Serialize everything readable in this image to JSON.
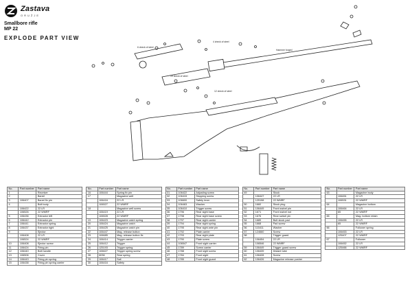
{
  "brand": {
    "name": "Zastava",
    "sub": "ORUŽJE"
  },
  "product": {
    "line1": "Smallbore rifle",
    "line2": "MP 22"
  },
  "view_title": "EXPLODE PART VIEW",
  "callouts": {
    "c1": "6 check of steel",
    "c2": "4 check of steel",
    "c3": "Hammer forged",
    "c4": "10 check of steel",
    "c5": "12 check of steel"
  },
  "table_headers": {
    "no": "No.",
    "num": "Part number",
    "name": "Part name"
  },
  "tables": [
    {
      "rows": [
        [
          "1",
          "",
          "Receiver"
        ],
        [
          "2",
          "",
          "Barrel"
        ],
        [
          "3",
          "106407",
          "Barrel fix pin"
        ],
        [
          "4",
          "",
          "Bolt body"
        ],
        [
          "",
          "106422",
          "22 LR"
        ],
        [
          "",
          "106526",
          "22 WMRF"
        ],
        [
          "5",
          "106436",
          "Extractor left"
        ],
        [
          "6",
          "106442",
          "Extractor pin"
        ],
        [
          "7",
          "106441",
          "Extractor spring"
        ],
        [
          "8",
          "106437",
          "Extractor right"
        ],
        [
          "9",
          "",
          "Ejector"
        ],
        [
          "",
          "106408",
          "22 LR"
        ],
        [
          "",
          "106524",
          "22 WMRF"
        ],
        [
          "10",
          "106408",
          "Ejector screw"
        ],
        [
          "11",
          "106424",
          "Firing pin"
        ],
        [
          "12",
          "106440",
          "Bolt handle"
        ],
        [
          "13",
          "106506",
          "Cover"
        ],
        [
          "14",
          "106443",
          "Firing pin spring"
        ],
        [
          "15",
          "106438",
          "Firing pin spring carrier"
        ]
      ]
    },
    {
      "rows": [
        [
          "16",
          "106444",
          "Spring fix pin"
        ],
        [
          "17",
          "",
          "Magazine well"
        ],
        [
          "",
          "106416",
          "22 LR"
        ],
        [
          "",
          "106527",
          "22 WMRF"
        ],
        [
          "18",
          "",
          "Magazine well screw"
        ],
        [
          "",
          "106419",
          "22 LR"
        ],
        [
          "",
          "106528",
          "22 WMRF"
        ],
        [
          "19",
          "106423",
          "Magazine catch spring"
        ],
        [
          "20",
          "106424",
          "Magazine catch"
        ],
        [
          "21",
          "106425",
          "Magazine catch pin"
        ],
        [
          "22",
          "106447",
          "Mag. release button"
        ],
        [
          "23",
          "106685",
          "Mag. release button fix"
        ],
        [
          "24",
          "106414",
          "Trigger carrier"
        ],
        [
          "25",
          "106412",
          "Trigger"
        ],
        [
          "26",
          "125193",
          "Trigger spring"
        ],
        [
          "27",
          "106627",
          "Trigger spring screw"
        ],
        [
          "28",
          "6036",
          "Sear spring"
        ],
        [
          "29",
          "106417",
          "Sall"
        ],
        [
          "30",
          "106416",
          "Safety"
        ]
      ]
    },
    {
      "rows": [
        [
          "31",
          "106422",
          "Adjusting screw"
        ],
        [
          "32",
          "106415",
          "Stopping screw"
        ],
        [
          "33",
          "106600",
          "Safety lever"
        ],
        [
          "34",
          "106463",
          "Washer"
        ],
        [
          "35",
          "106410",
          "Trigger screw"
        ],
        [
          "36",
          "1796",
          "Rear sight base"
        ],
        [
          "37",
          "1798",
          "Rear sight base screw"
        ],
        [
          "38",
          "1797",
          "Rear sight carrier"
        ],
        [
          "39",
          "1794",
          "Rear sight spring"
        ],
        [
          "40",
          "1795",
          "Rear sight ante pin"
        ],
        [
          "41",
          "1792",
          "Plate carrier"
        ],
        [
          "42",
          "1793",
          "Rear sight plate"
        ],
        [
          "43",
          "1790",
          "Plate screw"
        ],
        [
          "44",
          "106547",
          "Front sight carrier"
        ],
        [
          "45",
          "1789",
          "Screw carrier"
        ],
        [
          "46",
          "1788",
          "Front sight screw"
        ],
        [
          "47",
          "1784",
          "Front sight"
        ],
        [
          "48",
          "1785",
          "Front sight guard"
        ]
      ]
    },
    {
      "rows": [
        [
          "49",
          "",
          "Stock"
        ],
        [
          "",
          "106447",
          "22 LR"
        ],
        [
          "",
          "125198",
          "22 WMRF"
        ],
        [
          "50",
          "1660",
          "Stock plug"
        ],
        [
          "51",
          "106449",
          "Front swivel pin"
        ],
        [
          "52",
          "1671",
          "Front swivel nut"
        ],
        [
          "53",
          "1676",
          "Rear swivel pin"
        ],
        [
          "54",
          "1689",
          "Butt stock pad"
        ],
        [
          "55",
          "1668",
          "Pad screw"
        ],
        [
          "56",
          "115411",
          "Washer"
        ],
        [
          "57",
          "124660",
          "Screw"
        ],
        [
          "58",
          "",
          "Trigger guard"
        ],
        [
          "",
          "106454",
          "22 LR"
        ],
        [
          "",
          "106546",
          "22 WMRF"
        ],
        [
          "59",
          "106449",
          "Trigger guard screw"
        ],
        [
          "60",
          "106439",
          "Distant tube"
        ],
        [
          "61",
          "106428",
          "Screw"
        ],
        [
          "62",
          "106426",
          "Magazine release pusher"
        ]
      ]
    },
    {
      "rows": [
        [
          "63",
          "",
          "Magazine body"
        ],
        [
          "",
          "106451",
          "22 LR"
        ],
        [
          "",
          "106531",
          "22 WMRF"
        ],
        [
          "64",
          "",
          "Magazine bottom"
        ],
        [
          "",
          "106464",
          "22 LR"
        ],
        [
          "",
          "65",
          "22 WMRF"
        ],
        [
          "65",
          "",
          "Mag. bottom retain"
        ],
        [
          "",
          "106455",
          "22 LR"
        ],
        [
          "",
          "65",
          "22 WMRF"
        ],
        [
          "66",
          "",
          "Follower spring"
        ],
        [
          "",
          "106453",
          "22 LR"
        ],
        [
          "",
          "125407",
          "22 WMRF"
        ],
        [
          "67",
          "",
          "Follower"
        ],
        [
          "",
          "106452",
          "22 LR"
        ],
        [
          "",
          "125466",
          "22 WMRF"
        ]
      ]
    }
  ]
}
